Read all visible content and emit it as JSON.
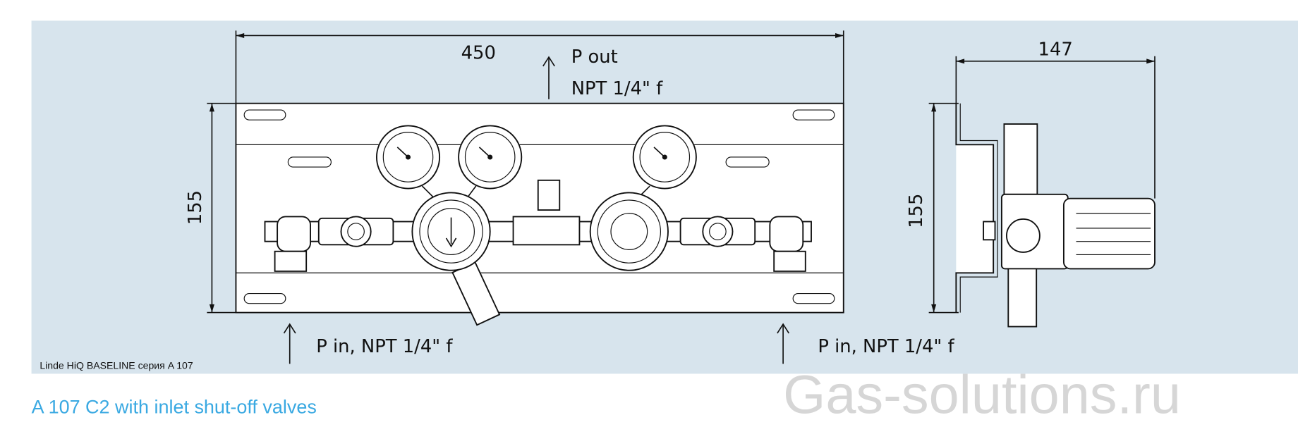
{
  "drawing": {
    "width_dim": "450",
    "height_dim_front": "155",
    "depth_dim": "147",
    "height_dim_side": "155",
    "outlet_label": "P out",
    "outlet_thread": "NPT 1/4\" f",
    "inlet_left_label": "P in, NPT 1/4\" f",
    "inlet_right_label": "P in, NPT 1/4\" f",
    "series_label": "Linde HiQ BASELINE серия A 107"
  },
  "caption": "A 107 C2 with inlet shut-off valves",
  "watermark": "Gas-solutions.ru",
  "colors": {
    "panel": "#d7e4ed",
    "caption": "#3aa9e2",
    "watermark": "#c8c8c8"
  }
}
